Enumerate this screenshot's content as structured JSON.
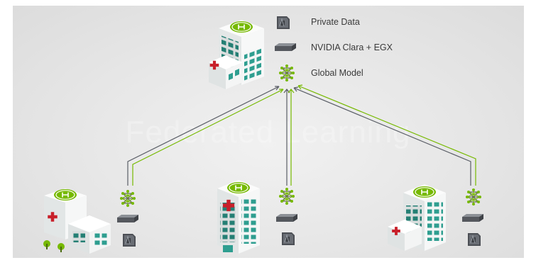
{
  "legend": {
    "private_data": "Private Data",
    "clara_egx": "NVIDIA Clara + EGX",
    "global_model": "Global Model"
  },
  "watermark": "Federated Learning",
  "icons": [
    "hospital-icon",
    "hard-drive-icon",
    "network-model-icon",
    "private-data-icon",
    "medical-cross-icon",
    "helipad-icon"
  ],
  "colors": {
    "accent_green": "#76b900",
    "link_gray": "#5a5e66",
    "building_teal": "#2e9e90",
    "medical_red": "#c8202a"
  }
}
